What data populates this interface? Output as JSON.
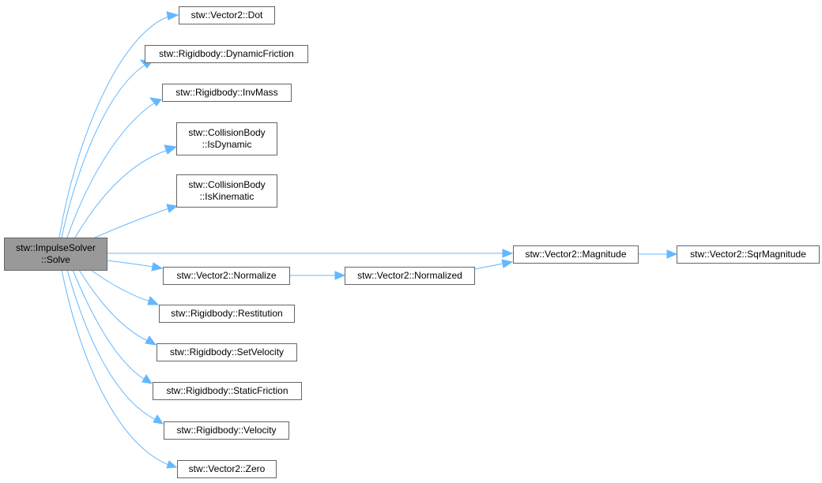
{
  "diagram": {
    "type": "call-graph",
    "edge_color": "#63b8ff",
    "root_fill": "#999999",
    "nodes": [
      {
        "id": "solve",
        "lines": [
          "stw::ImpulseSolver",
          "::Solve"
        ],
        "root": true
      },
      {
        "id": "dot",
        "lines": [
          "stw::Vector2::Dot"
        ]
      },
      {
        "id": "dynfric",
        "lines": [
          "stw::Rigidbody::DynamicFriction"
        ]
      },
      {
        "id": "invmass",
        "lines": [
          "stw::Rigidbody::InvMass"
        ]
      },
      {
        "id": "isdynamic",
        "lines": [
          "stw::CollisionBody",
          "::IsDynamic"
        ]
      },
      {
        "id": "iskinematic",
        "lines": [
          "stw::CollisionBody",
          "::IsKinematic"
        ]
      },
      {
        "id": "magnitude",
        "lines": [
          "stw::Vector2::Magnitude"
        ]
      },
      {
        "id": "sqrmag",
        "lines": [
          "stw::Vector2::SqrMagnitude"
        ]
      },
      {
        "id": "normalize",
        "lines": [
          "stw::Vector2::Normalize"
        ]
      },
      {
        "id": "normalized",
        "lines": [
          "stw::Vector2::Normalized"
        ]
      },
      {
        "id": "restitution",
        "lines": [
          "stw::Rigidbody::Restitution"
        ]
      },
      {
        "id": "setvel",
        "lines": [
          "stw::Rigidbody::SetVelocity"
        ]
      },
      {
        "id": "staticfric",
        "lines": [
          "stw::Rigidbody::StaticFriction"
        ]
      },
      {
        "id": "velocity",
        "lines": [
          "stw::Rigidbody::Velocity"
        ]
      },
      {
        "id": "zero",
        "lines": [
          "stw::Vector2::Zero"
        ]
      }
    ],
    "edges": [
      {
        "from": "solve",
        "to": "dot"
      },
      {
        "from": "solve",
        "to": "dynfric"
      },
      {
        "from": "solve",
        "to": "invmass"
      },
      {
        "from": "solve",
        "to": "isdynamic"
      },
      {
        "from": "solve",
        "to": "iskinematic"
      },
      {
        "from": "solve",
        "to": "magnitude"
      },
      {
        "from": "solve",
        "to": "normalize"
      },
      {
        "from": "solve",
        "to": "restitution"
      },
      {
        "from": "solve",
        "to": "setvel"
      },
      {
        "from": "solve",
        "to": "staticfric"
      },
      {
        "from": "solve",
        "to": "velocity"
      },
      {
        "from": "solve",
        "to": "zero"
      },
      {
        "from": "normalize",
        "to": "normalized"
      },
      {
        "from": "normalized",
        "to": "magnitude"
      },
      {
        "from": "magnitude",
        "to": "sqrmag"
      }
    ]
  }
}
